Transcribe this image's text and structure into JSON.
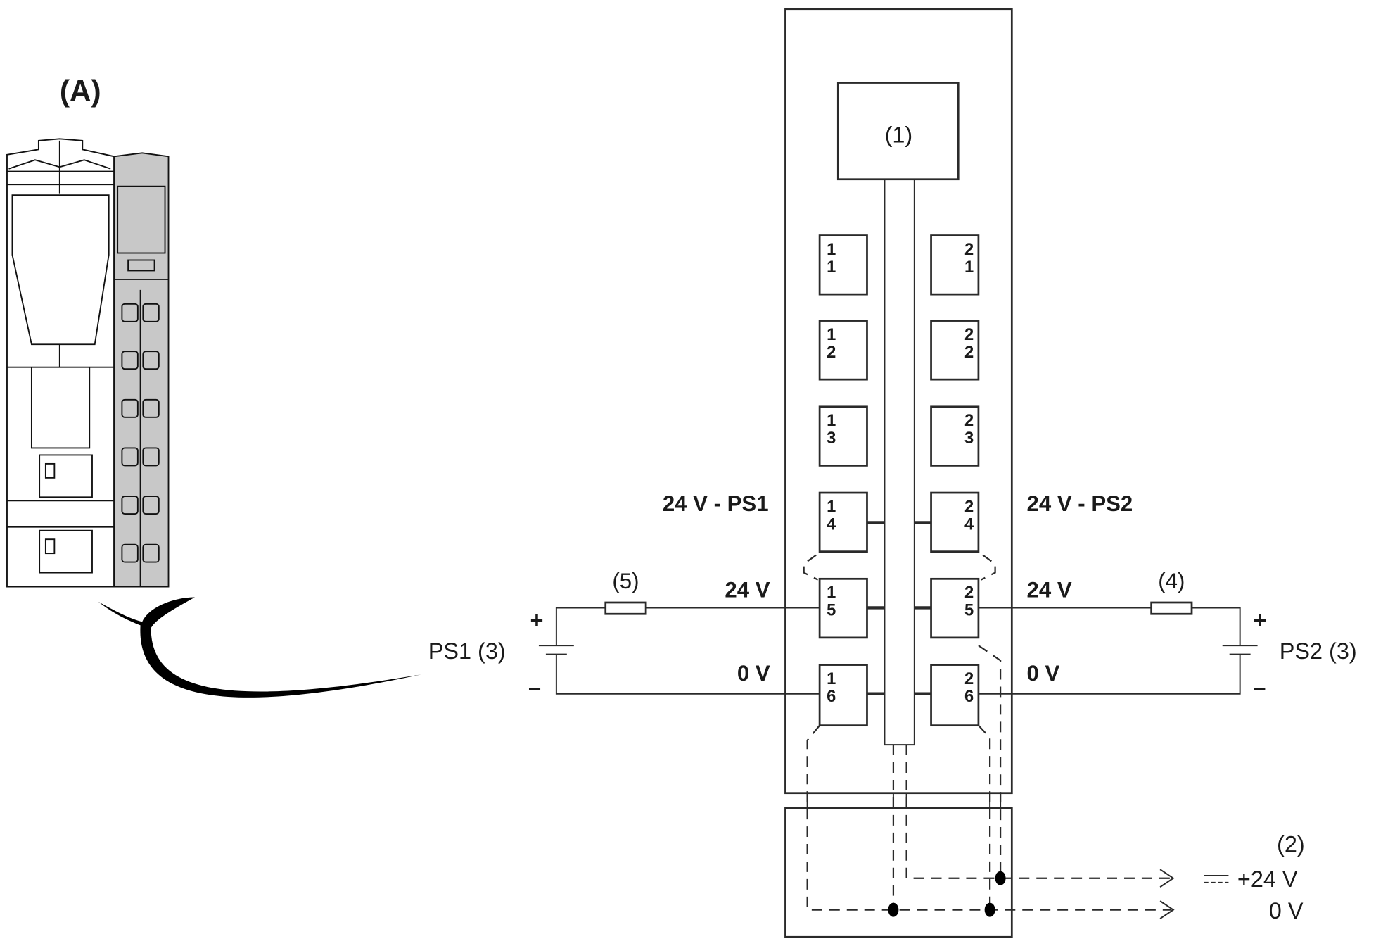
{
  "device": {
    "label": "(A)"
  },
  "module": {
    "controller_label": "(1)",
    "terminals_left": [
      [
        "1",
        "1"
      ],
      [
        "1",
        "2"
      ],
      [
        "1",
        "3"
      ],
      [
        "1",
        "4"
      ],
      [
        "1",
        "5"
      ],
      [
        "1",
        "6"
      ]
    ],
    "terminals_right": [
      [
        "2",
        "1"
      ],
      [
        "2",
        "2"
      ],
      [
        "2",
        "3"
      ],
      [
        "2",
        "4"
      ],
      [
        "2",
        "5"
      ],
      [
        "2",
        "6"
      ]
    ]
  },
  "left_supply": {
    "group_label": "24 V - PS1",
    "v24_label": "24 V",
    "v0_label": "0 V",
    "fuse_label": "(5)",
    "supply_label": "PS1 (3)",
    "plus": "+",
    "minus": "–"
  },
  "right_supply": {
    "group_label": "24 V - PS2",
    "v24_label": "24 V",
    "v0_label": "0 V",
    "fuse_label": "(4)",
    "supply_label": "PS2 (3)",
    "plus": "+",
    "minus": "–"
  },
  "output": {
    "label": "(2)",
    "v24": "+24 V",
    "v0": "0 V"
  }
}
